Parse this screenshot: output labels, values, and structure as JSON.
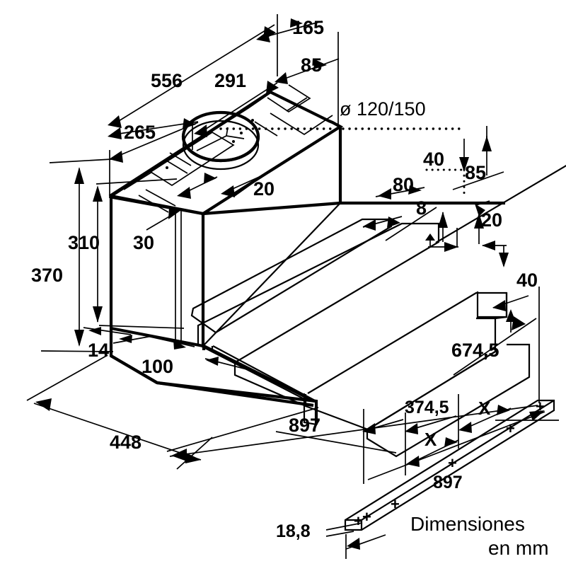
{
  "document": {
    "type": "technical-dimension-drawing",
    "subject": "telescopic-cooker-hood",
    "projection": "isometric",
    "units_note_line1": "Dimensiones",
    "units_note_line2": "en mm",
    "background_color": "#ffffff",
    "line_color": "#000000"
  },
  "duct": {
    "label": "ø 120/150"
  },
  "dimensions": {
    "d_165": "165",
    "d_556": "556",
    "d_291": "291",
    "d_85_top": "85",
    "d_265": "265",
    "d_20_topface": "20",
    "d_30": "30",
    "d_310": "310",
    "d_370": "370",
    "d_14": "14",
    "d_100": "100",
    "d_448": "448",
    "d_897_main": "897",
    "d_80": "80",
    "d_40_top": "40",
    "d_85_right": "85",
    "d_8": "8",
    "d_20_right": "20",
    "d_40_right": "40",
    "d_674_5": "674,5",
    "d_374_5": "374,5",
    "d_x_left": "X",
    "d_x_right": "X",
    "d_897_rail": "897",
    "d_18_8": "18,8"
  },
  "rail_detail": {
    "hole_marks": [
      "+",
      "+",
      "+",
      "+",
      "+",
      "+"
    ],
    "description": "mounting-rail-with-keyhole-slots"
  }
}
